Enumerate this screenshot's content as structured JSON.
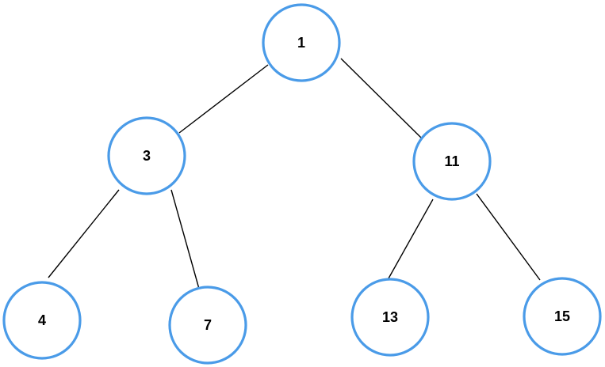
{
  "diagram": {
    "type": "binary-tree",
    "node_stroke_color": "#4a9be8",
    "edge_color": "#000000",
    "nodes": [
      {
        "id": "n1",
        "label": "1"
      },
      {
        "id": "n3",
        "label": "3"
      },
      {
        "id": "n11",
        "label": "11"
      },
      {
        "id": "n4",
        "label": "4"
      },
      {
        "id": "n7",
        "label": "7"
      },
      {
        "id": "n13",
        "label": "13"
      },
      {
        "id": "n15",
        "label": "15"
      }
    ],
    "edges": [
      {
        "from": "n1",
        "to": "n3"
      },
      {
        "from": "n1",
        "to": "n11"
      },
      {
        "from": "n3",
        "to": "n4"
      },
      {
        "from": "n3",
        "to": "n7"
      },
      {
        "from": "n11",
        "to": "n13"
      },
      {
        "from": "n11",
        "to": "n15"
      }
    ]
  }
}
